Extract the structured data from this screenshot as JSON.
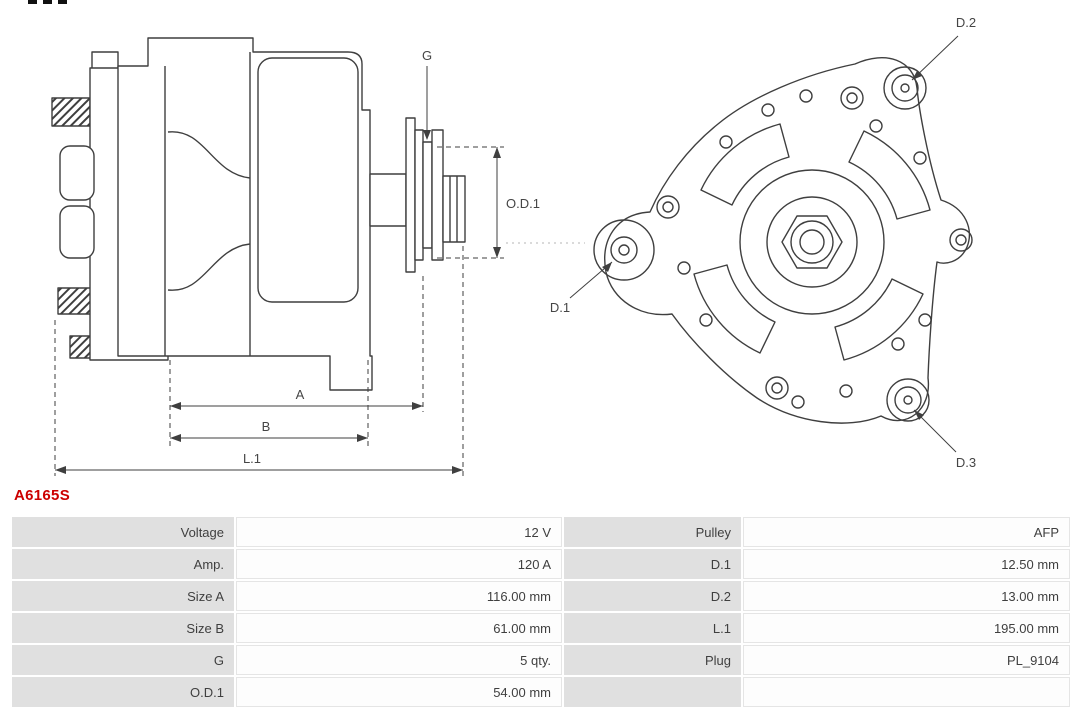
{
  "part_number": "A6165S",
  "colors": {
    "accent": "#cc0000",
    "line": "#3f3f3f",
    "table_label_bg": "#e0e0e0"
  },
  "diagram": {
    "side_view_labels": {
      "g": "G",
      "od1": "O.D.1",
      "a": "A",
      "b": "B",
      "l1": "L.1"
    },
    "front_view_labels": {
      "d1": "D.1",
      "d2": "D.2",
      "d3": "D.3"
    }
  },
  "specs": {
    "rows": [
      {
        "label1": "Voltage",
        "value1": "12 V",
        "label2": "Pulley",
        "value2": "AFP"
      },
      {
        "label1": "Amp.",
        "value1": "120 A",
        "label2": "D.1",
        "value2": "12.50 mm"
      },
      {
        "label1": "Size A",
        "value1": "116.00 mm",
        "label2": "D.2",
        "value2": "13.00 mm"
      },
      {
        "label1": "Size B",
        "value1": "61.00 mm",
        "label2": "L.1",
        "value2": "195.00 mm"
      },
      {
        "label1": "G",
        "value1": "5 qty.",
        "label2": "Plug",
        "value2": "PL_9104"
      },
      {
        "label1": "O.D.1",
        "value1": "54.00 mm",
        "label2": "",
        "value2": ""
      }
    ]
  }
}
